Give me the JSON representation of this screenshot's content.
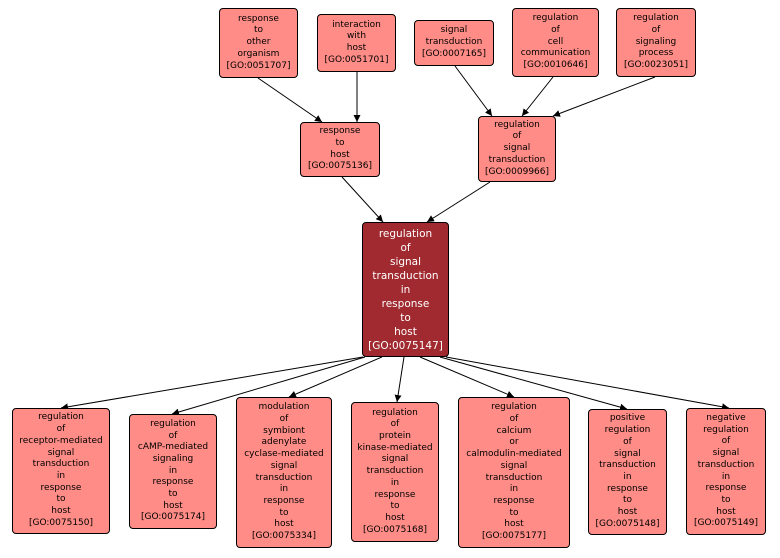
{
  "colors": {
    "node_fill": "#ff8c86",
    "focus_fill": "#a02a2f",
    "focus_text": "#ffffff",
    "edge": "#000000"
  },
  "nodes": {
    "n0051707": {
      "label": "response\nto\nother\norganism\n[GO:0051707]"
    },
    "n0051701": {
      "label": "interaction\nwith\nhost\n[GO:0051701]"
    },
    "n0007165": {
      "label": "signal\ntransduction\n[GO:0007165]"
    },
    "n0010646": {
      "label": "regulation\nof\ncell\ncommunication\n[GO:0010646]"
    },
    "n0023051": {
      "label": "regulation\nof\nsignaling\nprocess\n[GO:0023051]"
    },
    "n0075136": {
      "label": "response\nto\nhost\n[GO:0075136]"
    },
    "n0009966": {
      "label": "regulation\nof\nsignal\ntransduction\n[GO:0009966]"
    },
    "n0075147": {
      "label": "regulation\nof\nsignal\ntransduction\nin\nresponse\nto\nhost\n[GO:0075147]"
    },
    "n0075150": {
      "label": "regulation\nof\nreceptor-mediated\nsignal\ntransduction\nin\nresponse\nto\nhost\n[GO:0075150]"
    },
    "n0075174": {
      "label": "regulation\nof\ncAMP-mediated\nsignaling\nin\nresponse\nto\nhost\n[GO:0075174]"
    },
    "n0075334": {
      "label": "modulation\nof\nsymbiont\nadenylate\ncyclase-mediated\nsignal\ntransduction\nin\nresponse\nto\nhost\n[GO:0075334]"
    },
    "n0075168": {
      "label": "regulation\nof\nprotein\nkinase-mediated\nsignal\ntransduction\nin\nresponse\nto\nhost\n[GO:0075168]"
    },
    "n0075177": {
      "label": "regulation\nof\ncalcium\nor\ncalmodulin-mediated\nsignal\ntransduction\nin\nresponse\nto\nhost\n[GO:0075177]"
    },
    "n0075148": {
      "label": "positive\nregulation\nof\nsignal\ntransduction\nin\nresponse\nto\nhost\n[GO:0075148]"
    },
    "n0075149": {
      "label": "negative\nregulation\nof\nsignal\ntransduction\nin\nresponse\nto\nhost\n[GO:0075149]"
    }
  }
}
